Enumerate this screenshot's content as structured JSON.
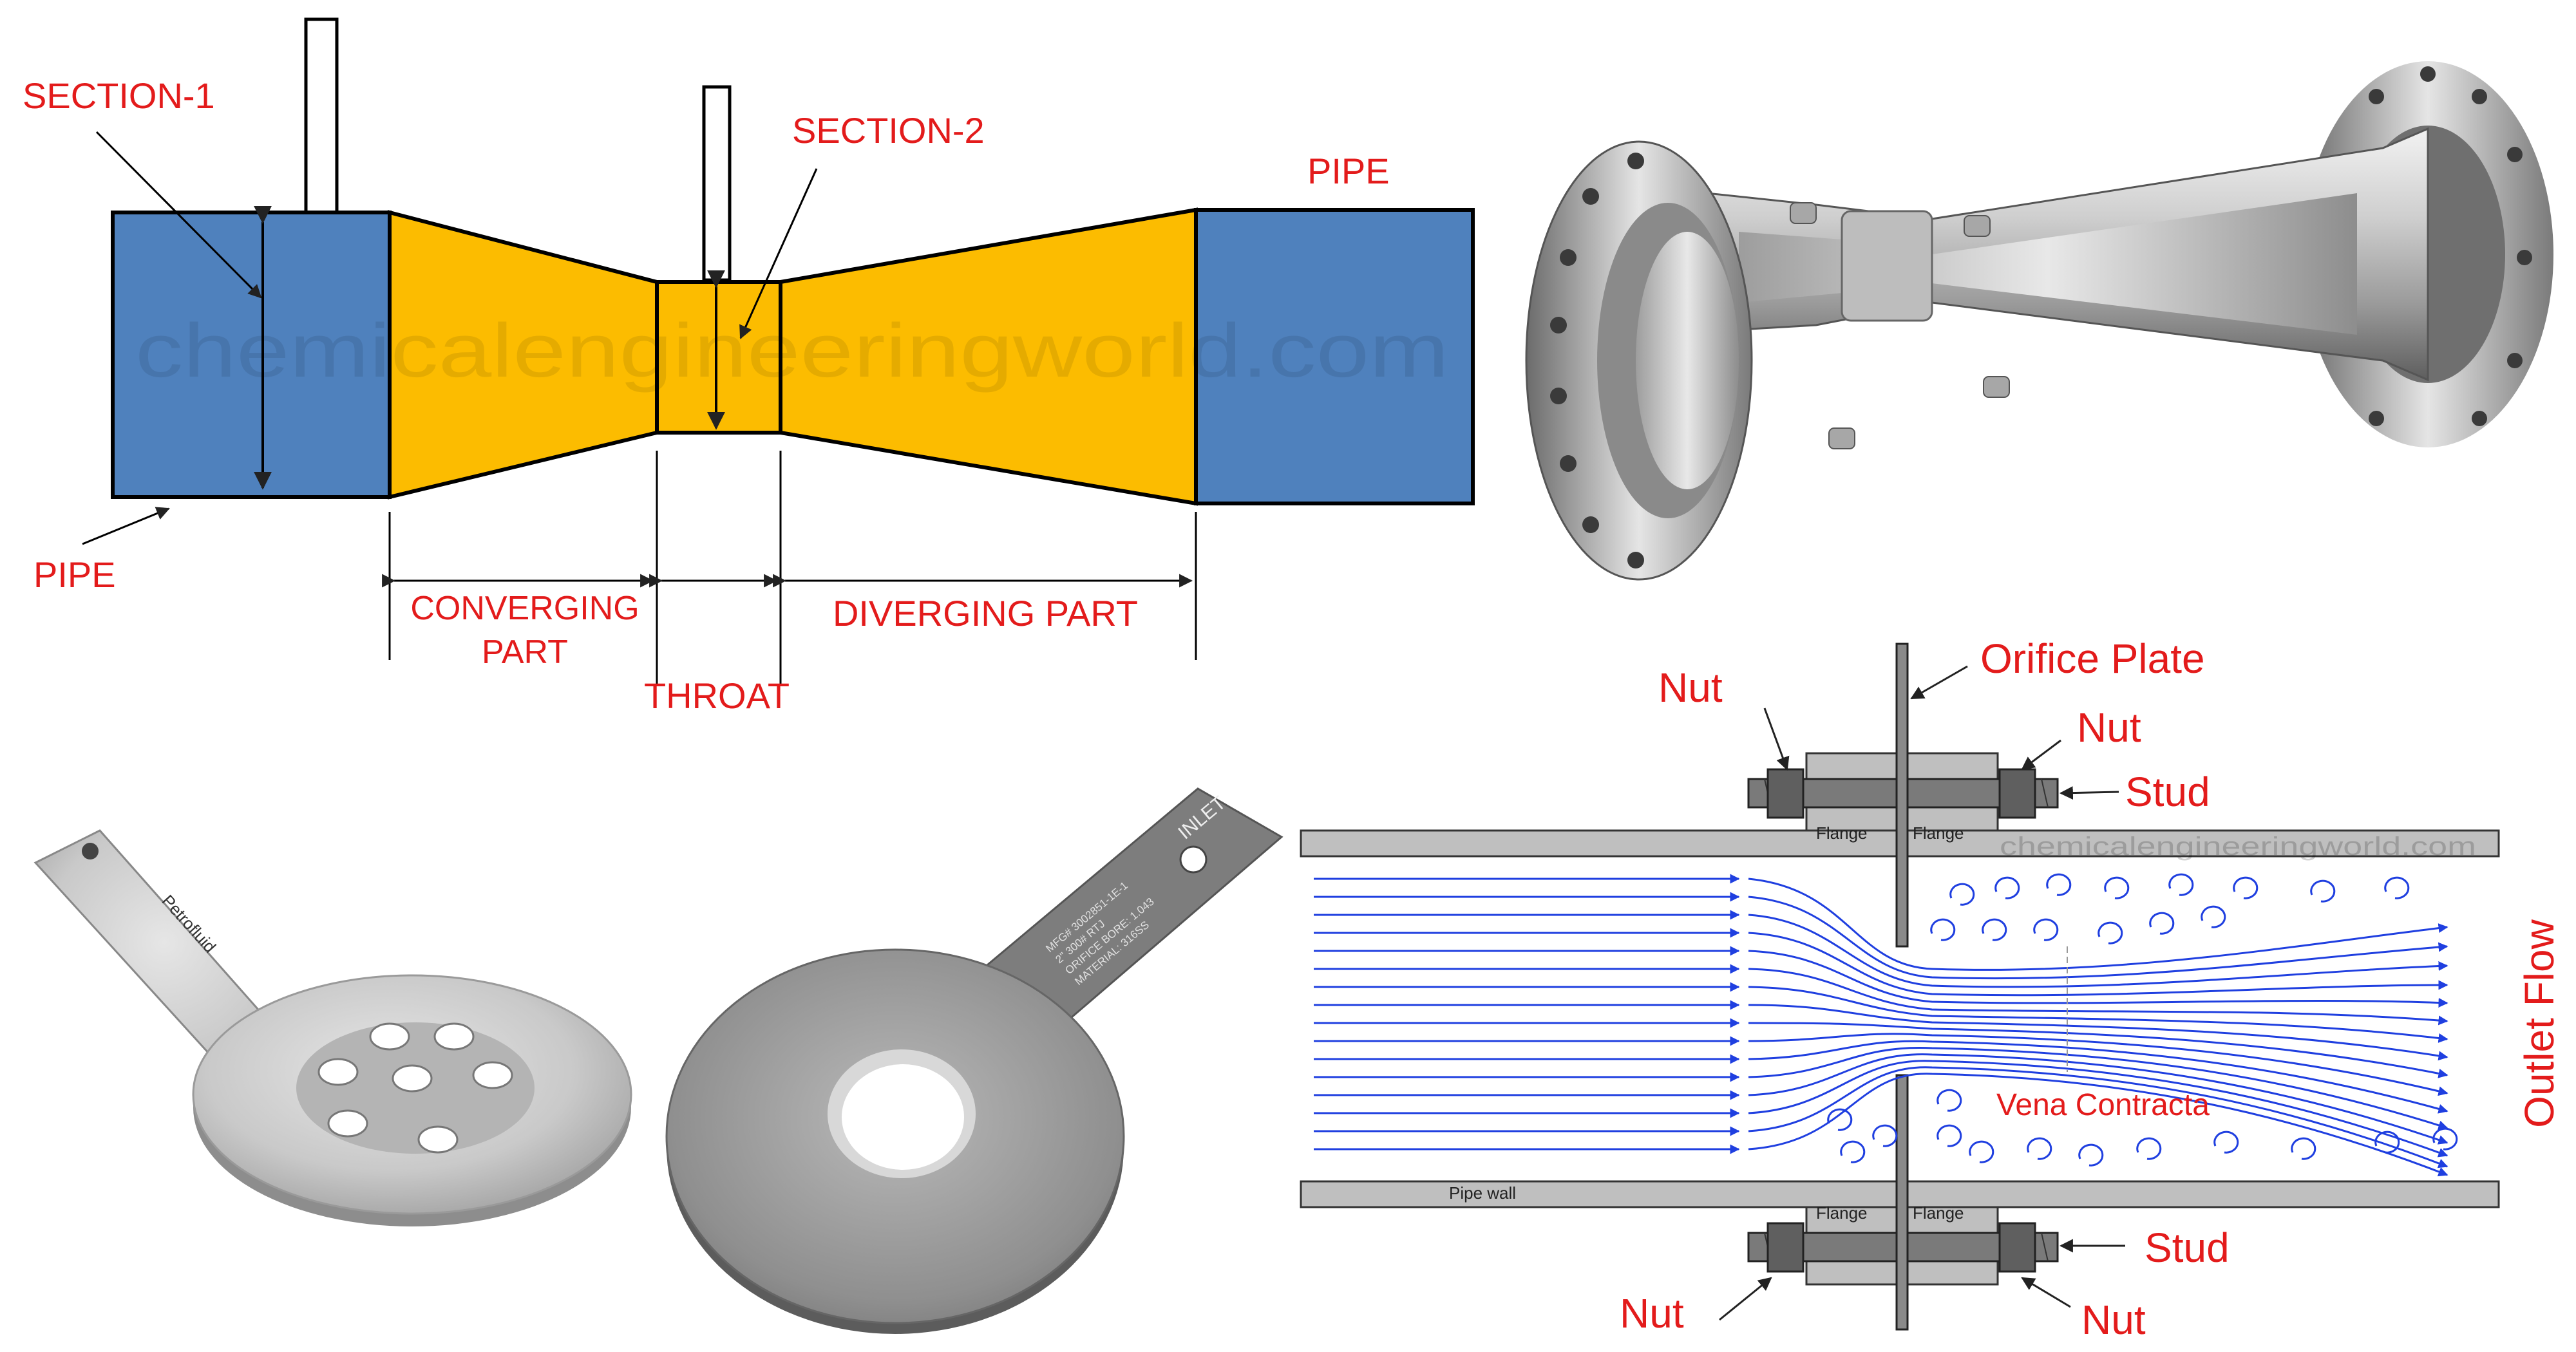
{
  "colors": {
    "pipe_blue": "#4f81bd",
    "cone_yellow": "#fcbc00",
    "label_red": "#e31b1b",
    "stream_blue": "#1f3fe0",
    "metal_light": "#d9d9d9",
    "metal_dark": "#8a8a8a"
  },
  "watermark": {
    "top": "chemicalengineeringworld.com",
    "orifice": "chemicalengineeringworld.com"
  },
  "venturi": {
    "section1": "SECTION-1",
    "section2": "SECTION-2",
    "pipe_right": "PIPE",
    "pipe_left": "PIPE",
    "converging_line1": "CONVERGING",
    "converging_line2": "PART",
    "throat": "THROAT",
    "diverging": "DIVERGING PART"
  },
  "orifice_plate_photo": {
    "brand": "Petrofluid",
    "stamp_inlet": "INLET",
    "stamp_line1": "MFG# 3002851-1E-1",
    "stamp_line2": "2\" 300# RTJ",
    "stamp_line3": "ORIFICE BORE: 1.043",
    "stamp_line4": "MATERIAL: 316SS"
  },
  "orifice_diagram": {
    "orifice_plate": "Orifice Plate",
    "nut_top_left": "Nut",
    "nut_top_right": "Nut",
    "stud_top": "Stud",
    "flange_tl": "Flange",
    "flange_tr": "Flange",
    "flange_bl": "Flange",
    "flange_br": "Flange",
    "pipe_wall": "Pipe wall",
    "vena_contracta": "Vena Contracta",
    "outlet_flow": "Outlet Flow",
    "stud_bottom": "Stud",
    "nut_bottom_left": "Nut",
    "nut_bottom_right": "Nut"
  }
}
